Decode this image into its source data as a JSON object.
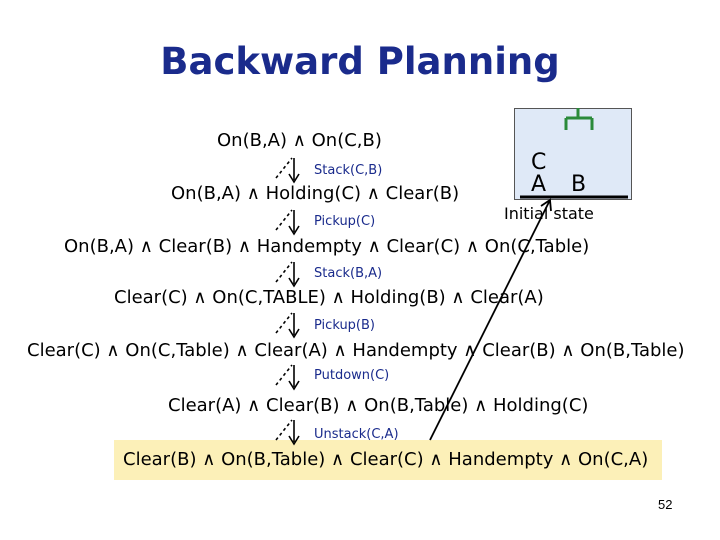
{
  "title": "Backward Planning",
  "states": [
    "On(B,A) ∧ On(C,B)",
    "On(B,A) ∧ Holding(C) ∧ Clear(B)",
    "On(B,A) ∧ Clear(B) ∧ Handempty ∧ Clear(C) ∧ On(C,Table)",
    "Clear(C) ∧ On(C,TABLE) ∧ Holding(B) ∧ Clear(A)",
    "Clear(C) ∧ On(C,Table) ∧ Clear(A) ∧ Handempty ∧ Clear(B) ∧ On(B,Table)",
    "Clear(A) ∧ Clear(B) ∧ On(B,Table) ∧ Holding(C)",
    "Clear(B) ∧ On(B,Table) ∧ Clear(C) ∧ Handempty ∧ On(C,A)"
  ],
  "actions": [
    "Stack(C,B)",
    "Pickup(C)",
    "Stack(B,A)",
    "Pickup(B)",
    "Putdown(C)",
    "Unstack(C,A)"
  ],
  "initial_state": {
    "caption": "Initial state",
    "blocks": [
      "C",
      "A",
      "B"
    ]
  },
  "page_number": "52",
  "colors": {
    "title": "#1a2b8c",
    "action": "#1a2b8c",
    "highlight": "#fcf0b8",
    "initial_box": "#dfe9f7",
    "gripper": "#2a8a3a"
  }
}
